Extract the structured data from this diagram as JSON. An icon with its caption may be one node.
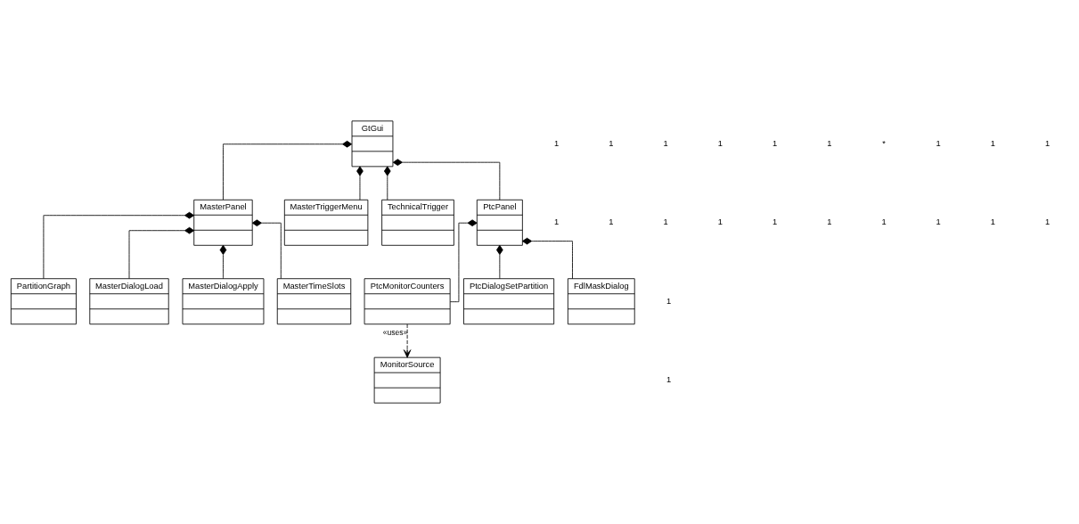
{
  "diagram": {
    "nodes": [
      {
        "text": [
          "GtGui"
        ]
      },
      {
        "text": [
          "MasterPanel"
        ]
      },
      {
        "text": [
          "MasterTriggerMenu"
        ]
      },
      {
        "text": [
          "TechnicalTrigger"
        ]
      },
      {
        "text": [
          "PtcPanel"
        ]
      },
      {
        "text": [
          "PtcMonitorCounters"
        ]
      },
      {
        "text": [
          "PartitionGraph"
        ]
      },
      {
        "text": [
          "MasterDialogLoad"
        ]
      },
      {
        "text": [
          "MasterDialogApply"
        ]
      },
      {
        "text": [
          "MasterTimeSlots"
        ]
      },
      {
        "text": [
          "PtcDialogSetPartition"
        ]
      },
      {
        "text": [
          "FdlMaskDialog"
        ]
      },
      {
        "text": [
          "MonitorSource"
        ]
      }
    ],
    "edges": [
      {
        "from": 0,
        "to": 1,
        "arrow": "other"
      },
      {
        "from": 0,
        "to": 2,
        "arrow": "other"
      },
      {
        "from": 0,
        "to": 3,
        "arrow": "other"
      },
      {
        "from": 0,
        "to": 4,
        "arrow": "other"
      },
      {
        "from": 1,
        "to": 6,
        "arrow": "other"
      },
      {
        "from": 1,
        "to": 7,
        "arrow": "other"
      },
      {
        "from": 1,
        "to": 8,
        "arrow": "other"
      },
      {
        "from": 1,
        "to": 9,
        "arrow": "other"
      },
      {
        "from": 4,
        "to": 5,
        "arrow": "other"
      },
      {
        "from": 4,
        "to": 10,
        "arrow": "other"
      },
      {
        "from": 4,
        "to": 11,
        "arrow": "other"
      },
      {
        "from": 5,
        "to": 12,
        "arrow": "to",
        "style": "dashed",
        "label": "«uses»"
      }
    ],
    "labels": [
      "1",
      "1",
      "1",
      "1",
      "1",
      "1",
      "1",
      "*",
      "1",
      "1",
      "1",
      "1",
      "1",
      "1",
      "1",
      "1",
      "1",
      "1",
      "1",
      "1",
      "1",
      "1"
    ]
  }
}
